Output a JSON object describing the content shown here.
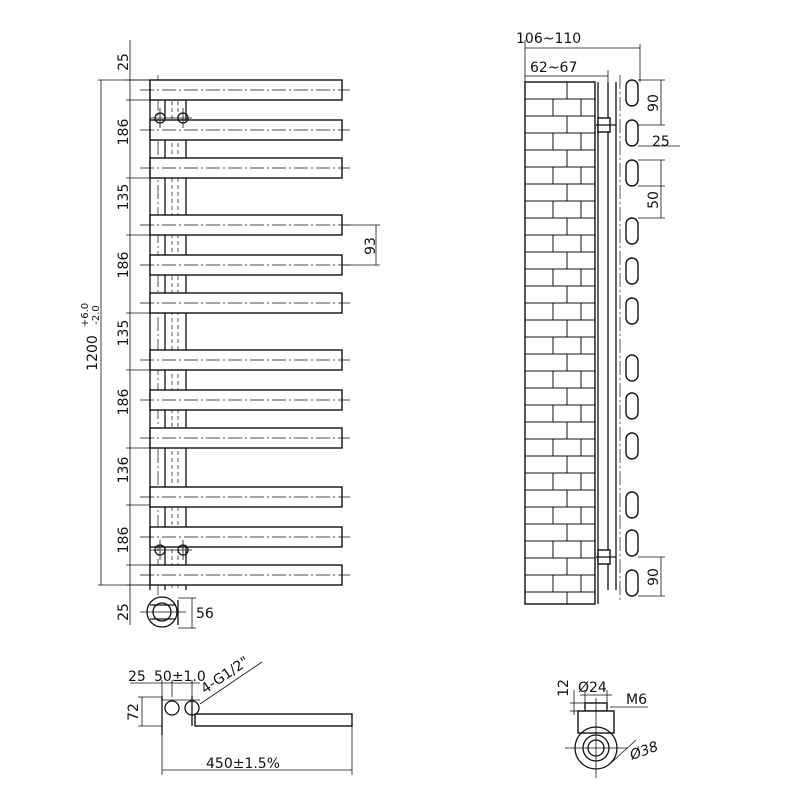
{
  "front_view": {
    "dims_vertical": [
      "25",
      "186",
      "135",
      "186",
      "135",
      "186",
      "136",
      "186",
      "25"
    ],
    "overall_height_main": "1200",
    "overall_height_tol_plus": "+6.0",
    "overall_height_tol_minus": "-2.0",
    "bar_spacing": "93",
    "valve_dim": "56"
  },
  "side_view": {
    "depth_outer": "106~110",
    "depth_inner": "62~67",
    "top_offset": "90",
    "tube_gap": "25",
    "tube_size": "50",
    "bottom_offset": "90"
  },
  "bottom_view": {
    "offset_25": "25",
    "offset_50": "50±1.0",
    "thread": "4-G1/2\"",
    "height_72": "72",
    "width": "450±1.5%"
  },
  "bracket_detail": {
    "dim_12": "12",
    "dia_24": "Ø24",
    "bolt": "M6",
    "dia_38": "Ø38"
  }
}
